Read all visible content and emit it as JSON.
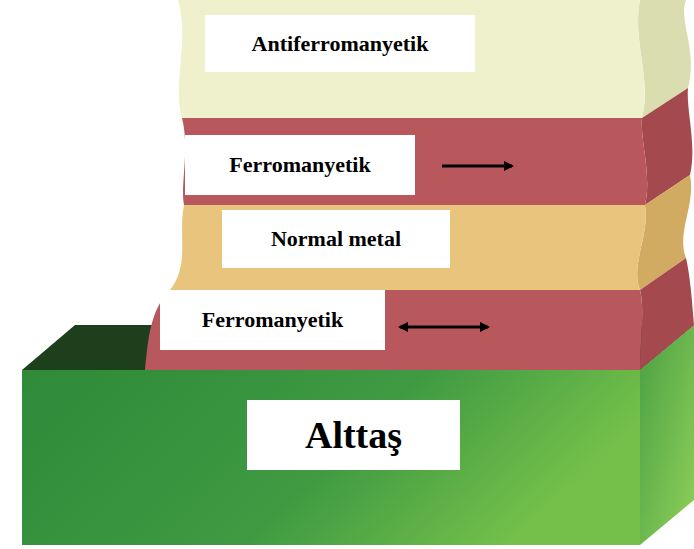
{
  "diagram": {
    "nodes": [
      {
        "text": [
          "Antiferromanyetik"
        ]
      },
      {
        "text": [
          "Ferromanyetik"
        ]
      },
      {
        "text": [
          "Normal metal"
        ]
      },
      {
        "text": [
          "Ferromanyetik"
        ]
      },
      {
        "text": [
          "Alttaş"
        ]
      }
    ]
  }
}
